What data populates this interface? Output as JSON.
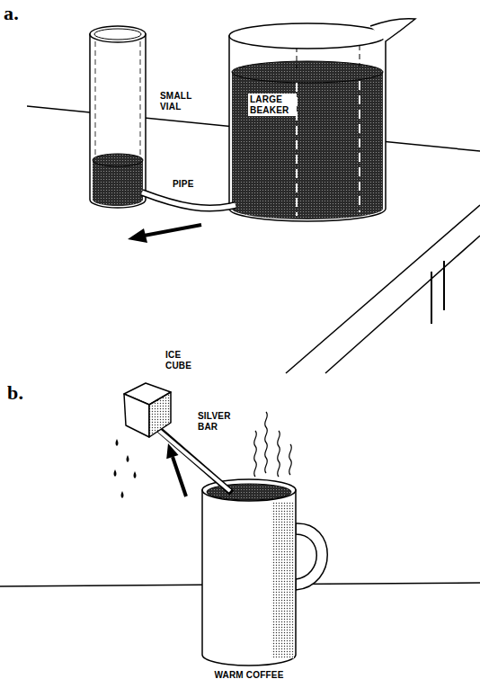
{
  "diagram": {
    "labels": [
      "a.",
      "SMALL VIAL",
      "LARGE BEAKER",
      "PIPE",
      "b.",
      "ICE CUBE",
      "SILVER BAR",
      "WARM COFFEE"
    ]
  }
}
